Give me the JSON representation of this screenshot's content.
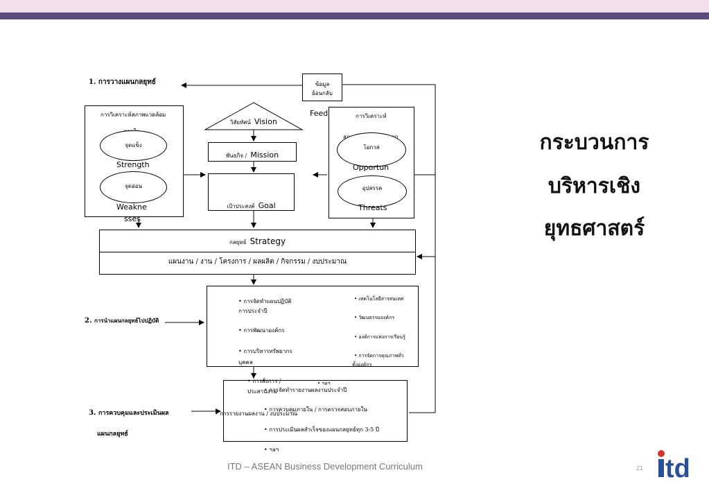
{
  "slide": {
    "title_lines": [
      "กระบวนการ",
      "บริหารเชิง",
      "ยุทธศาสตร์"
    ],
    "footer": "ITD – ASEAN Business Development Curriculum",
    "page_number": "21",
    "logo_text": "itd",
    "colors": {
      "top_band": "#f2dfe7",
      "top_stripe": "#5c4a7a",
      "logo_blue": "#2a4f9a",
      "logo_red": "#d9322a"
    }
  },
  "diagram": {
    "step1": "1. การวางแผนกลยุทธ์",
    "step2_num": "2.",
    "step2": "การนำแผนกลยุทธ์ไปปฏิบัติ",
    "step3_num": "3.",
    "step3_line1": "การควบคุมและประเมินผล",
    "step3_line2": "แผนกลยุทธ์",
    "feedback_line1": "ข้อมูล",
    "feedback_line2": "ย้อนกลับ",
    "feedback_en": "Feedback",
    "internal_title": "การวิเคราะห์สภาพแวดล้อม",
    "internal_sub": "ภายใน",
    "strength_th": "จุดแข็ง",
    "strength_en": "Strength",
    "weak_th": "จุดอ่อน",
    "weak_en_1": "Weakne",
    "weak_en_2": "sses",
    "vision_th": "วิสัยทัศน์",
    "vision_en": "Vision",
    "mission_th": "พันธกิจ /",
    "mission_en": "Mission",
    "goal_th": "เป้าประสงค์",
    "goal_en": "Goal",
    "external_title": "การวิเคราะห์",
    "external_sub": "สภาพแวดล้อมภายนอก",
    "opp_th": "โอกาส",
    "opp_en": "Opportun",
    "threat_th": "อุปสรรค",
    "threat_en": "Threats",
    "strategy_th": "กลยุทธ์",
    "strategy_en": "Strategy",
    "plans": "แผนงาน / งาน / โครงการ / ผลผลิต / กิจกรรม / งบประมาณ",
    "impl_left": [
      "• การจัดทำแผนปฏิบัติ",
      "การประจำปี",
      "• การพัฒนาองค์กร",
      "• การบริหารทรัพยากร",
      "บุคคล",
      "• การสั่งการ /",
      "ประสานงาน"
    ],
    "impl_right": [
      "• เทคโนโลยีสารสนเทศ",
      "• วัฒนธรรมองค์กร",
      "• องค์การแห่งการเรียนรู้",
      "• การจัดการคุณภาพทั่ว",
      "ทั้งองค์กร",
      "• ฯลฯ"
    ],
    "ctrl_left": "• การรายงานผลงาน / งบประมาณ",
    "ctrl_items": [
      "• การจัดทำรายงานผลงานประจำปี",
      "• การควบคุมภายใน / การตรวจสอบภายใน",
      "• การประเมินผลสำเร็จของแผนกลยุทธ์ทุก 3-5 ปี",
      "• ฯลฯ"
    ]
  }
}
